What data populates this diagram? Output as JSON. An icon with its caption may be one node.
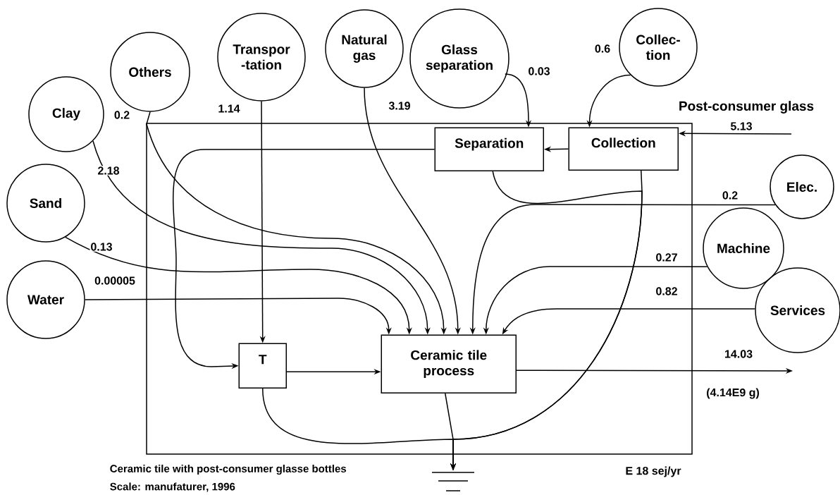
{
  "diagram": {
    "nodes": [
      {
        "text": [],
        "shape": "box"
      },
      {
        "text": [
          "Others"
        ]
      },
      {
        "text": [
          "Transpor -tation"
        ]
      },
      {
        "text": [
          "Natural gas"
        ]
      },
      {
        "text": [
          "Glass separation"
        ]
      },
      {
        "text": [
          "Collec- tion"
        ]
      },
      {
        "text": [
          "Clay"
        ]
      },
      {
        "text": [
          "Sand"
        ]
      },
      {
        "text": [
          "Water"
        ]
      },
      {
        "text": [
          "Elec."
        ]
      },
      {
        "text": [
          "Machine"
        ]
      },
      {
        "text": [
          "Services"
        ]
      },
      {
        "text": [
          "Separation"
        ],
        "in": 0
      },
      {
        "text": [
          "Collection"
        ],
        "in": 0
      },
      {
        "text": [
          "T"
        ],
        "in": 0
      },
      {
        "text": [
          "Ceramic tile process"
        ],
        "in": 0
      },
      {
        "text": [],
        "shape": "ground"
      }
    ],
    "edges": [
      {
        "from": 1,
        "to": 15,
        "arrow": "to",
        "label": "0.2"
      },
      {
        "from": 2,
        "to": 14,
        "arrow": "to",
        "label": "1.14"
      },
      {
        "from": 3,
        "to": 15,
        "arrow": "to",
        "label": "3.19"
      },
      {
        "from": 4,
        "to": 12,
        "arrow": "to",
        "label": "0.03"
      },
      {
        "from": 5,
        "to": 13,
        "arrow": "to",
        "label": "0.6"
      },
      {
        "from": 6,
        "to": 15,
        "arrow": "to",
        "label": "2.18"
      },
      {
        "from": 7,
        "to": 15,
        "arrow": "to",
        "label": "0.13"
      },
      {
        "from": 8,
        "to": 15,
        "arrow": "to",
        "label": "0.00005"
      },
      {
        "from": 9,
        "to": 15,
        "arrow": "to",
        "label": "0.2"
      },
      {
        "from": 10,
        "to": 15,
        "arrow": "to",
        "label": "0.27"
      },
      {
        "from": 11,
        "to": 15,
        "arrow": "to",
        "label": "0.82"
      },
      {
        "from": null,
        "to": 13,
        "arrow": "to",
        "label": "5.13"
      },
      {
        "from": 13,
        "to": 12,
        "arrow": "to"
      },
      {
        "from": 12,
        "to": 14,
        "arrow": "to"
      },
      {
        "from": 14,
        "to": 15,
        "arrow": "to"
      },
      {
        "from": 15,
        "to": null,
        "arrow": "to",
        "label": "14.03"
      },
      {
        "from": 12,
        "to": 16,
        "arrow": "to"
      },
      {
        "from": 13,
        "to": 16,
        "arrow": "to"
      },
      {
        "from": 14,
        "to": 16,
        "arrow": "to"
      },
      {
        "from": 15,
        "to": 16,
        "arrow": "to"
      }
    ],
    "labels": [
      "Post-consumer glass",
      "(4.14E9 g)",
      "Ceramic tile with post-consumer glasse bottles",
      "Scale: manufaturer, 1996",
      "E 18 sej/yr"
    ]
  }
}
